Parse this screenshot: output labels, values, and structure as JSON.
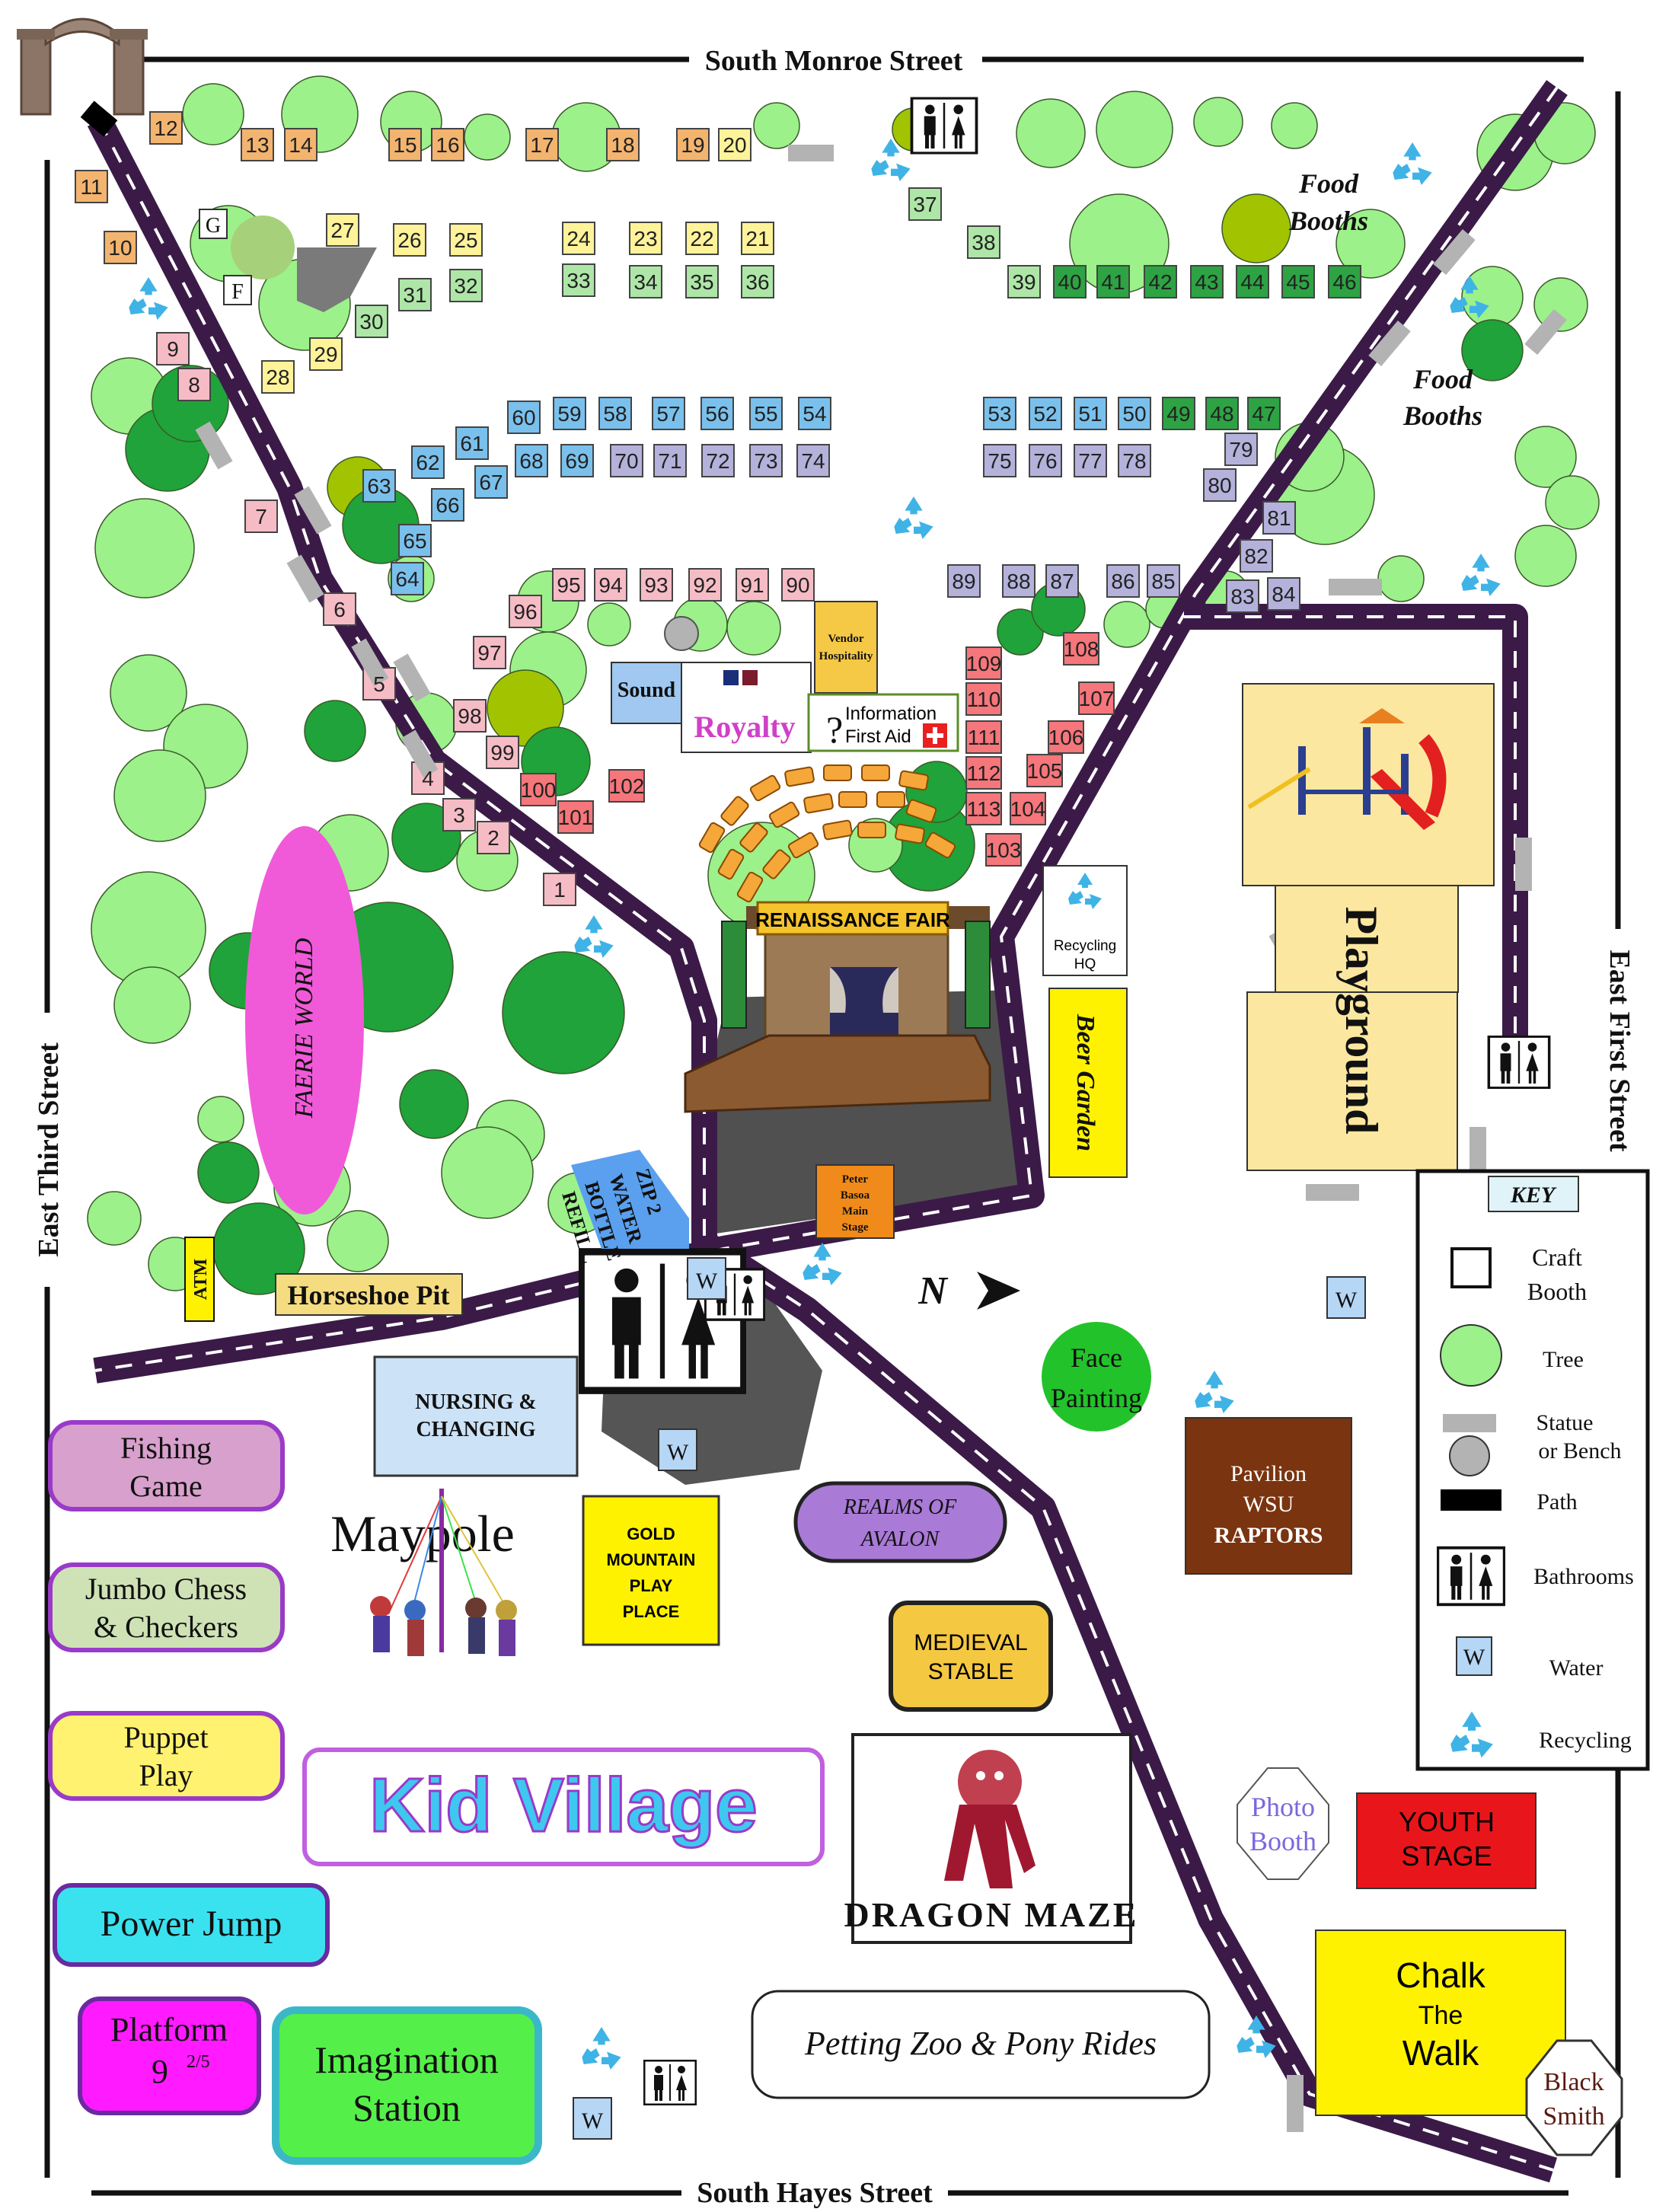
{
  "map": {
    "streets": {
      "north": "South Monroe Street",
      "south": "South Hayes Street",
      "west": "East Third Street",
      "east": "East First Street"
    },
    "compass": "N",
    "colors": {
      "path": "#3b1a48",
      "tree_light": "#9cf18a",
      "tree_dark": "#1fa33a",
      "tree_olive": "#a2c400",
      "orange_booth": "#f3b46f",
      "yellow_booth": "#fff39a",
      "green_booth": "#aee6a8",
      "dark_green_booth": "#2da344",
      "blue_booth": "#7ac0ec",
      "purple_booth": "#b4b2db",
      "pink_booth": "#f6bcc6",
      "red_booth": "#f5767b",
      "statue": "#b3b3b3"
    },
    "booths": [
      {
        "n": "11",
        "c": "orange_booth"
      },
      {
        "n": "12",
        "c": "orange_booth"
      },
      {
        "n": "13",
        "c": "orange_booth"
      },
      {
        "n": "14",
        "c": "orange_booth"
      },
      {
        "n": "15",
        "c": "orange_booth"
      },
      {
        "n": "16",
        "c": "orange_booth"
      },
      {
        "n": "17",
        "c": "orange_booth"
      },
      {
        "n": "18",
        "c": "orange_booth"
      },
      {
        "n": "19",
        "c": "orange_booth"
      },
      {
        "n": "20",
        "c": "yellow_booth"
      },
      {
        "n": "10",
        "c": "orange_booth"
      },
      {
        "n": "27",
        "c": "yellow_booth"
      },
      {
        "n": "26",
        "c": "yellow_booth"
      },
      {
        "n": "25",
        "c": "yellow_booth"
      },
      {
        "n": "24",
        "c": "yellow_booth"
      },
      {
        "n": "23",
        "c": "yellow_booth"
      },
      {
        "n": "22",
        "c": "yellow_booth"
      },
      {
        "n": "21",
        "c": "yellow_booth"
      },
      {
        "n": "33",
        "c": "green_booth"
      },
      {
        "n": "34",
        "c": "green_booth"
      },
      {
        "n": "35",
        "c": "green_booth"
      },
      {
        "n": "36",
        "c": "green_booth"
      },
      {
        "n": "32",
        "c": "green_booth"
      },
      {
        "n": "31",
        "c": "green_booth"
      },
      {
        "n": "30",
        "c": "green_booth"
      },
      {
        "n": "29",
        "c": "yellow_booth"
      },
      {
        "n": "28",
        "c": "yellow_booth"
      },
      {
        "n": "9",
        "c": "pink_booth"
      },
      {
        "n": "8",
        "c": "pink_booth"
      },
      {
        "n": "37",
        "c": "green_booth"
      },
      {
        "n": "38",
        "c": "green_booth"
      },
      {
        "n": "39",
        "c": "green_booth"
      },
      {
        "n": "40",
        "c": "dark_green_booth"
      },
      {
        "n": "41",
        "c": "dark_green_booth"
      },
      {
        "n": "42",
        "c": "dark_green_booth"
      },
      {
        "n": "43",
        "c": "dark_green_booth"
      },
      {
        "n": "44",
        "c": "dark_green_booth"
      },
      {
        "n": "45",
        "c": "dark_green_booth"
      },
      {
        "n": "46",
        "c": "dark_green_booth"
      },
      {
        "n": "60",
        "c": "blue_booth"
      },
      {
        "n": "59",
        "c": "blue_booth"
      },
      {
        "n": "58",
        "c": "blue_booth"
      },
      {
        "n": "57",
        "c": "blue_booth"
      },
      {
        "n": "56",
        "c": "blue_booth"
      },
      {
        "n": "55",
        "c": "blue_booth"
      },
      {
        "n": "54",
        "c": "blue_booth"
      },
      {
        "n": "53",
        "c": "blue_booth"
      },
      {
        "n": "52",
        "c": "blue_booth"
      },
      {
        "n": "51",
        "c": "blue_booth"
      },
      {
        "n": "50",
        "c": "blue_booth"
      },
      {
        "n": "49",
        "c": "dark_green_booth"
      },
      {
        "n": "48",
        "c": "dark_green_booth"
      },
      {
        "n": "47",
        "c": "dark_green_booth"
      },
      {
        "n": "61",
        "c": "blue_booth"
      },
      {
        "n": "62",
        "c": "blue_booth"
      },
      {
        "n": "63",
        "c": "blue_booth"
      },
      {
        "n": "66",
        "c": "blue_booth"
      },
      {
        "n": "65",
        "c": "blue_booth"
      },
      {
        "n": "64",
        "c": "blue_booth"
      },
      {
        "n": "67",
        "c": "blue_booth"
      },
      {
        "n": "68",
        "c": "blue_booth"
      },
      {
        "n": "69",
        "c": "blue_booth"
      },
      {
        "n": "70",
        "c": "purple_booth"
      },
      {
        "n": "71",
        "c": "purple_booth"
      },
      {
        "n": "72",
        "c": "purple_booth"
      },
      {
        "n": "73",
        "c": "purple_booth"
      },
      {
        "n": "74",
        "c": "purple_booth"
      },
      {
        "n": "75",
        "c": "purple_booth"
      },
      {
        "n": "76",
        "c": "purple_booth"
      },
      {
        "n": "77",
        "c": "purple_booth"
      },
      {
        "n": "78",
        "c": "purple_booth"
      },
      {
        "n": "79",
        "c": "purple_booth"
      },
      {
        "n": "80",
        "c": "purple_booth"
      },
      {
        "n": "81",
        "c": "purple_booth"
      },
      {
        "n": "82",
        "c": "purple_booth"
      },
      {
        "n": "83",
        "c": "purple_booth"
      },
      {
        "n": "84",
        "c": "purple_booth"
      },
      {
        "n": "85",
        "c": "purple_booth"
      },
      {
        "n": "86",
        "c": "purple_booth"
      },
      {
        "n": "87",
        "c": "purple_booth"
      },
      {
        "n": "88",
        "c": "purple_booth"
      },
      {
        "n": "89",
        "c": "purple_booth"
      },
      {
        "n": "7",
        "c": "pink_booth"
      },
      {
        "n": "6",
        "c": "pink_booth"
      },
      {
        "n": "5",
        "c": "pink_booth"
      },
      {
        "n": "4",
        "c": "pink_booth"
      },
      {
        "n": "3",
        "c": "pink_booth"
      },
      {
        "n": "2",
        "c": "pink_booth"
      },
      {
        "n": "1",
        "c": "pink_booth"
      },
      {
        "n": "95",
        "c": "pink_booth"
      },
      {
        "n": "94",
        "c": "pink_booth"
      },
      {
        "n": "93",
        "c": "pink_booth"
      },
      {
        "n": "92",
        "c": "pink_booth"
      },
      {
        "n": "91",
        "c": "pink_booth"
      },
      {
        "n": "90",
        "c": "pink_booth"
      },
      {
        "n": "96",
        "c": "pink_booth"
      },
      {
        "n": "97",
        "c": "pink_booth"
      },
      {
        "n": "98",
        "c": "pink_booth"
      },
      {
        "n": "99",
        "c": "pink_booth"
      },
      {
        "n": "100",
        "c": "red_booth"
      },
      {
        "n": "101",
        "c": "red_booth"
      },
      {
        "n": "102",
        "c": "red_booth"
      },
      {
        "n": "109",
        "c": "red_booth"
      },
      {
        "n": "110",
        "c": "red_booth"
      },
      {
        "n": "111",
        "c": "red_booth"
      },
      {
        "n": "112",
        "c": "red_booth"
      },
      {
        "n": "113",
        "c": "red_booth"
      },
      {
        "n": "108",
        "c": "red_booth"
      },
      {
        "n": "107",
        "c": "red_booth"
      },
      {
        "n": "106",
        "c": "red_booth"
      },
      {
        "n": "105",
        "c": "red_booth"
      },
      {
        "n": "104",
        "c": "red_booth"
      },
      {
        "n": "103",
        "c": "red_booth"
      }
    ],
    "icons": {
      "water_letter": "W",
      "g_letter": "G",
      "f_letter": "F"
    },
    "areas": {
      "faerie_world": "FAERIE WORLD",
      "stage_banner": "RENAISSANCE FAIR",
      "main_stage": [
        "Peter",
        "Basoa",
        "Main",
        "Stage"
      ],
      "sound": "Sound",
      "royalty": "Royalty",
      "vendor_hospitality": [
        "Vendor",
        "Hospitality"
      ],
      "information": "Information",
      "first_aid": "First Aid",
      "recycling_hq": [
        "Recycling",
        "HQ"
      ],
      "beer_garden": "Beer Garden",
      "water_refill": [
        "ZIP 2",
        "WATER",
        "BOTTLE",
        "REFILL"
      ],
      "playground": "Playground",
      "atm": "ATM",
      "horseshoe_pit": "Horseshoe Pit",
      "nursing": [
        "NURSING &",
        "CHANGING"
      ],
      "gold_mountain": [
        "GOLD",
        "MOUNTAIN",
        "PLAY",
        "PLACE"
      ],
      "realms": [
        "REALMS OF",
        "AVALON"
      ],
      "medieval_stable": [
        "MEDIEVAL",
        "STABLE"
      ],
      "dragon_maze": "DRAGON MAZE",
      "pavilion": [
        "Pavilion",
        "WSU",
        "RAPTORS"
      ],
      "face_painting": [
        "Face",
        "Painting"
      ],
      "photo_booth": [
        "Photo",
        "Booth"
      ],
      "youth_stage": [
        "YOUTH",
        "STAGE"
      ],
      "chalk_walk": [
        "Chalk",
        "The",
        "Walk"
      ],
      "black_smith": [
        "Black",
        "Smith"
      ],
      "petting_zoo": "Petting Zoo & Pony Rides",
      "food_booths_1": [
        "Food",
        "Booths"
      ],
      "food_booths_2": [
        "Food",
        "Booths"
      ]
    },
    "kid_village": {
      "title": "Kid Village",
      "fishing": [
        "Fishing",
        "Game"
      ],
      "chess": [
        "Jumbo Chess",
        "& Checkers"
      ],
      "puppet": [
        "Puppet",
        "Play"
      ],
      "power_jump": "Power Jump",
      "platform": "Platform",
      "platform_number": "9",
      "platform_fraction": "2/5",
      "imagination": [
        "Imagination",
        "Station"
      ],
      "maypole": "Maypole"
    },
    "legend": {
      "title": "KEY",
      "craft": [
        "Craft",
        "Booth"
      ],
      "tree": "Tree",
      "statue": [
        "Statue",
        "or Bench"
      ],
      "path": "Path",
      "bathrooms": "Bathrooms",
      "water": "Water",
      "recycling": "Recycling"
    }
  }
}
